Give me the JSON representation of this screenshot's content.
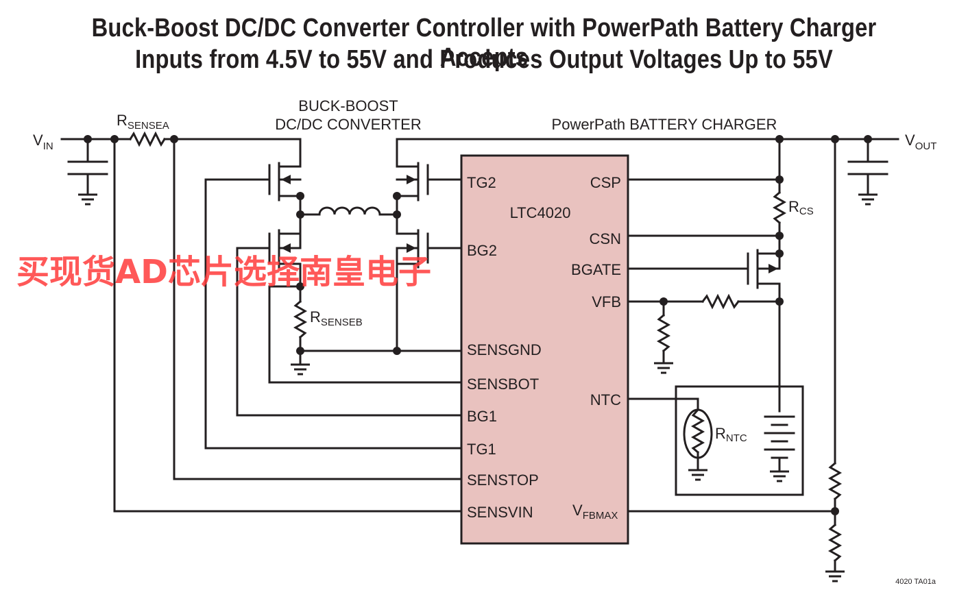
{
  "title": {
    "line1": "Buck-Boost DC/DC Converter Controller with PowerPath Battery Charger Accepts",
    "line2": "Inputs from 4.5V to 55V and Produces Output Voltages Up to 55V"
  },
  "labels": {
    "vin_main": "V",
    "vin_sub": "IN",
    "vout_main": "V",
    "vout_sub": "OUT",
    "rsensea_main": "R",
    "rsensea_sub": "SENSEA",
    "rsenseb_main": "R",
    "rsenseb_sub": "SENSEB",
    "rcs_main": "R",
    "rcs_sub": "CS",
    "rntc_main": "R",
    "rntc_sub": "NTC",
    "buck_boost_line1": "BUCK-BOOST",
    "buck_boost_line2": "DC/DC CONVERTER",
    "powerpath": "PowerPath BATTERY CHARGER",
    "figure_id": "4020 TA01a"
  },
  "chip": {
    "name": "LTC4020",
    "fill_color": "#e9c2bf",
    "left_pins": [
      "TG2",
      "BG2",
      "SENSGND",
      "SENSBOT",
      "BG1",
      "TG1",
      "SENSTOP",
      "SENSVIN"
    ],
    "right_pins": [
      "CSP",
      "CSN",
      "BGATE",
      "VFB",
      "NTC"
    ],
    "vfbmax_main": "V",
    "vfbmax_sub": "FBMAX"
  },
  "watermark": {
    "text": "买现货AD芯片选择南皇电子",
    "color": "#ff3b3b"
  }
}
